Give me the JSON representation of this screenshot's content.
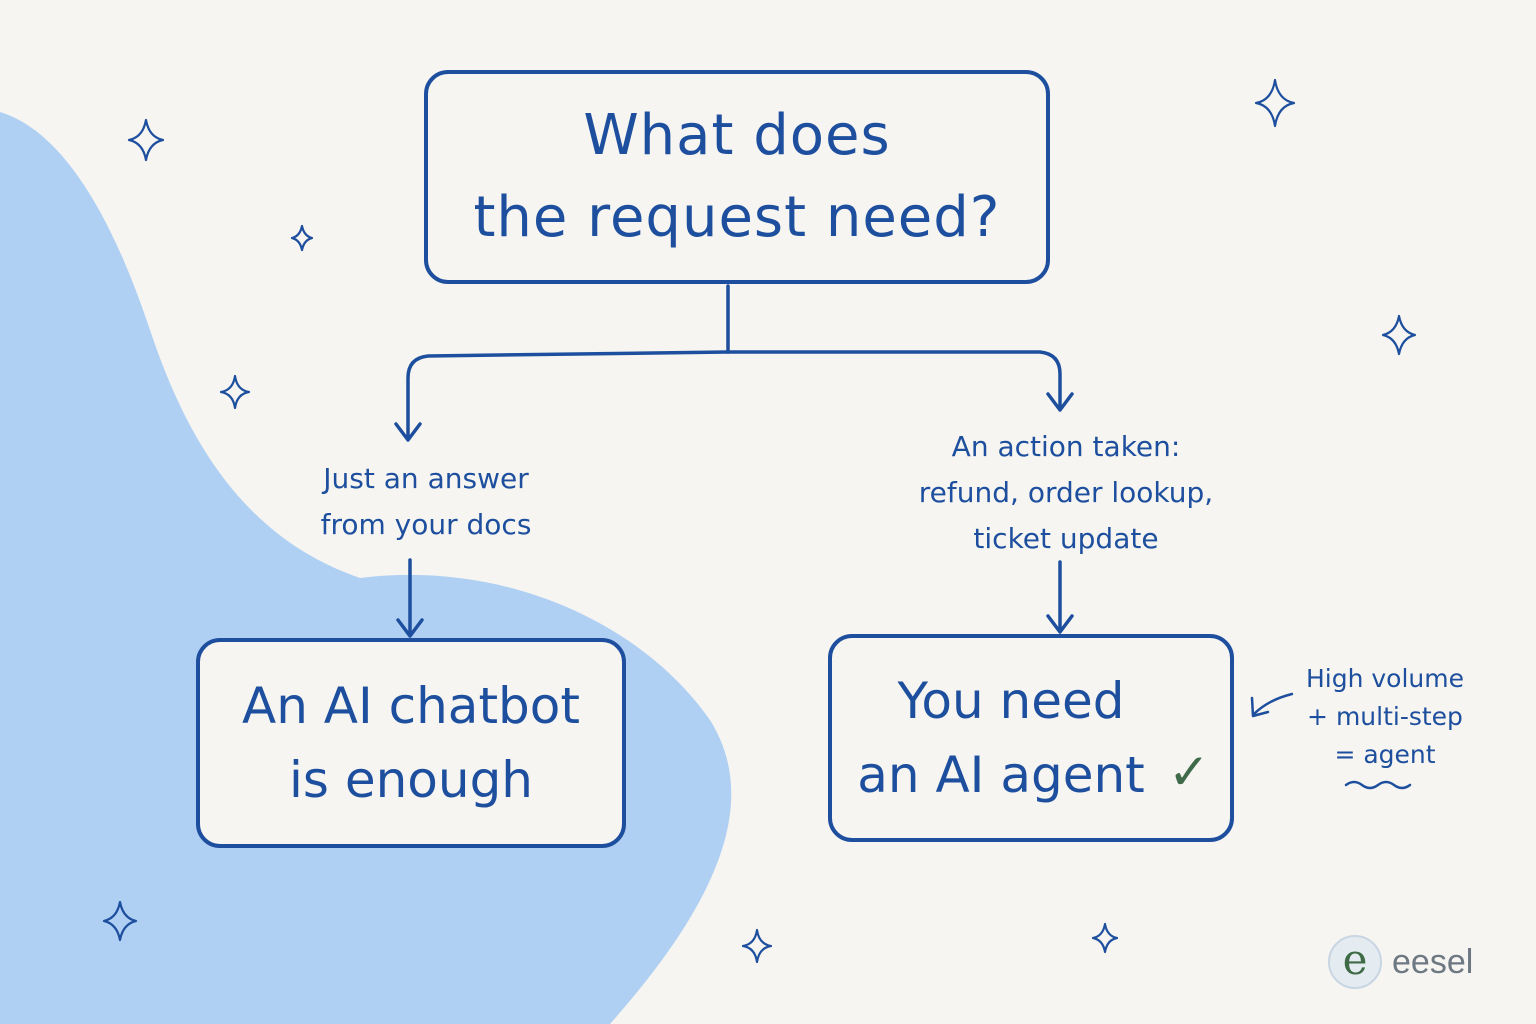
{
  "colors": {
    "background": "#f6f5f1",
    "blob": "#b0d0f3",
    "ink": "#1d4f9e",
    "check": "#3f6b4a",
    "logo_text": "#6d7883"
  },
  "question": {
    "lines": [
      "What does",
      "the request need?"
    ]
  },
  "branches": {
    "left": {
      "label_lines": [
        "Just an answer",
        "from your docs"
      ],
      "result_lines": [
        "An AI chatbot",
        "is enough"
      ]
    },
    "right": {
      "label_lines": [
        "An action taken:",
        "refund, order lookup,",
        "ticket update"
      ],
      "result_lines": [
        "You need",
        "an AI agent"
      ],
      "check_icon": "✓"
    }
  },
  "note": {
    "lines": [
      "High volume",
      "+ multi-step",
      "= agent"
    ]
  },
  "logo": {
    "mark": "e",
    "text": "eesel"
  }
}
